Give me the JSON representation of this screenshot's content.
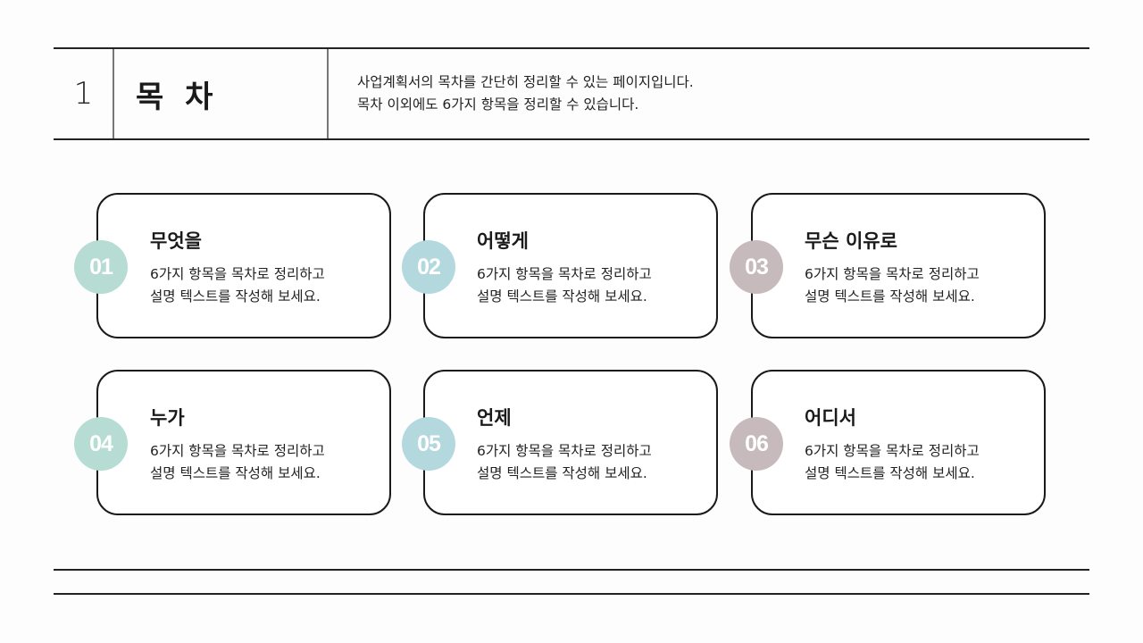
{
  "header": {
    "section_number": "1",
    "title": "목 차",
    "description": [
      "사업계획서의 목차를 간단히 정리할 수 있는 페이지입니다.",
      "목차 이외에도 6가지 항목을 정리할 수 있습니다."
    ]
  },
  "cards": [
    {
      "number": "01",
      "title": "무엇을",
      "desc": [
        "6가지 항목을 목차로 정리하고",
        "설명 텍스트를 작성해 보세요."
      ],
      "color": "#b6dcd3"
    },
    {
      "number": "02",
      "title": "어떻게",
      "desc": [
        "6가지 항목을 목차로 정리하고",
        "설명 텍스트를 작성해 보세요."
      ],
      "color": "#b3d9df"
    },
    {
      "number": "03",
      "title": "무슨 이유로",
      "desc": [
        "6가지 항목을 목차로 정리하고",
        "설명 텍스트를 작성해 보세요."
      ],
      "color": "#c7babd"
    },
    {
      "number": "04",
      "title": "누가",
      "desc": [
        "6가지 항목을 목차로 정리하고",
        "설명 텍스트를 작성해 보세요."
      ],
      "color": "#b6dcd3"
    },
    {
      "number": "05",
      "title": "언제",
      "desc": [
        "6가지 항목을 목차로 정리하고",
        "설명 텍스트를 작성해 보세요."
      ],
      "color": "#b3d9df"
    },
    {
      "number": "06",
      "title": "어디서",
      "desc": [
        "6가지 항목을 목차로 정리하고",
        "설명 텍스트를 작성해 보세요."
      ],
      "color": "#c7babd"
    }
  ]
}
